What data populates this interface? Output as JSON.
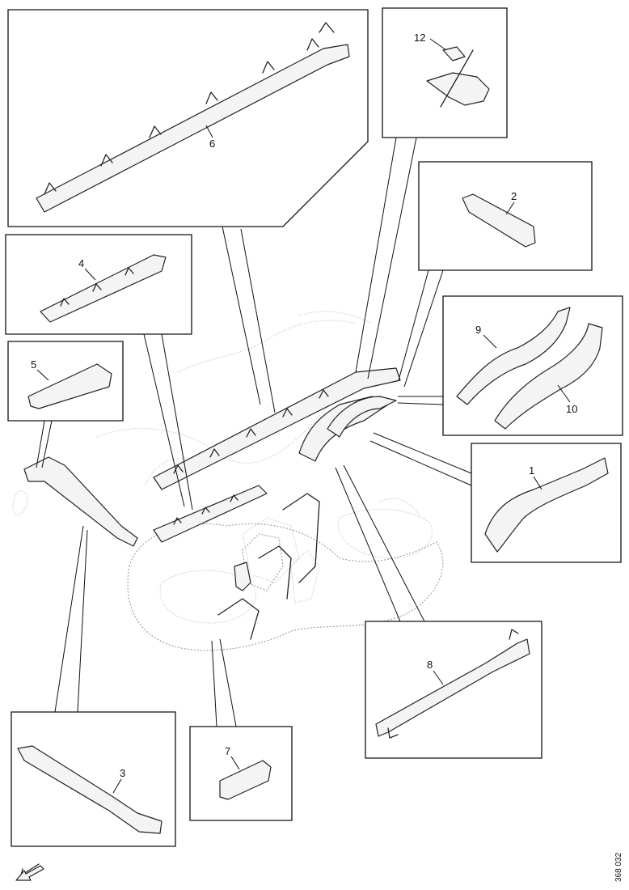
{
  "callouts": {
    "p1": "1",
    "p2": "2",
    "p3": "3",
    "p4": "4",
    "p5": "5",
    "p6": "6",
    "p7": "7",
    "p8": "8",
    "p9": "9",
    "p10": "10",
    "p12": "12"
  },
  "drawing_code": "368 032",
  "icons": {
    "direction": "arrow-down-left-icon"
  },
  "colors": {
    "ink": "#111111",
    "ghost": "#9a9a9a",
    "paper": "#ffffff"
  }
}
